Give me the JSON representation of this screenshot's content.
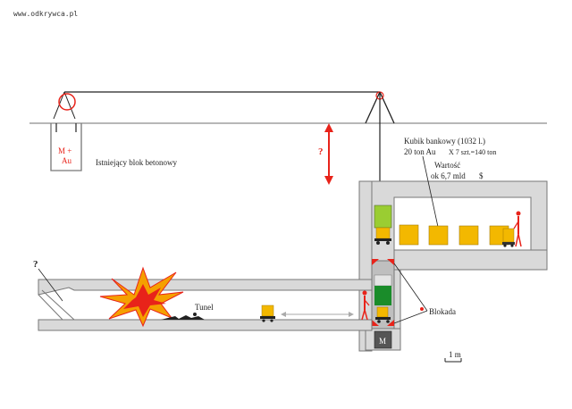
{
  "watermark": "www.odkrywca.pl",
  "block": {
    "title": "Istniejący blok betonowy",
    "weight_line1": "M +",
    "weight_line2": "Au"
  },
  "lift_gap_question": "?",
  "vault": {
    "cube_line1": "Kubik bankowy (1032 l.)",
    "cube_line2": "20 ton Au",
    "cube_line3": "X 7 szt.=140 ton",
    "value_line1": "Wartość",
    "value_line2": "ok 6,7 mld",
    "currency": "$"
  },
  "tunnel": {
    "label": "Tunel",
    "end_question": "?"
  },
  "shaft": {
    "counterweight": "M",
    "blockade_label": "Blokada"
  },
  "scale": "1 m",
  "colors": {
    "ground": "#8c8c8c",
    "wall_fill": "#d9d9d9",
    "wall_stroke": "#777777",
    "gold": "#f3b800",
    "accent_red": "#e8231a",
    "green": "#9acd32",
    "dark_green": "#1a8c2a"
  }
}
